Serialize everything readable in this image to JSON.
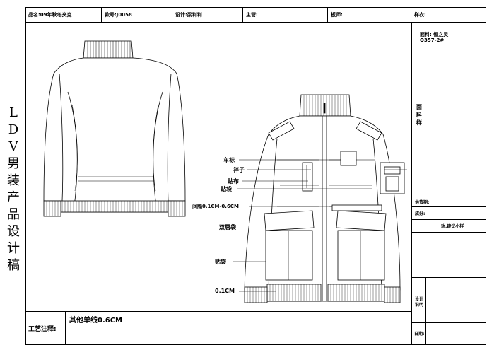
{
  "header": {
    "product_name": "品名:09年秋冬夹克",
    "style_no": "款号:J0058",
    "designer": "设计:梁利利",
    "supervisor": "主管:",
    "pattern_maker": "板师:",
    "sample_maker": "样衣:"
  },
  "side_title": [
    "L",
    "D",
    "V",
    "男",
    "装",
    "产",
    "品",
    "设",
    "计",
    "稿"
  ],
  "right_panel": {
    "fabric_label": "面料: 恒之灵",
    "fabric_code": "Q357-2#",
    "fabric_sample": [
      "面",
      "料",
      "样"
    ],
    "accessories": "供货期:",
    "composition": "成分:",
    "note": "轨,建议小样",
    "design_notes": [
      "设计",
      "说明"
    ],
    "date": "日期:"
  },
  "callouts": {
    "label": "车标",
    "tab": "袢子",
    "patch": "贴布",
    "patch_pocket_top": "贴袋",
    "spacing": "间隔0.1CM-0.6CM",
    "double_welt": "双唇袋",
    "patch_pocket_bottom": "贴袋",
    "hem_stitch": "0.1CM"
  },
  "footer": {
    "craft_label": "工艺注释:",
    "craft_note": "其他单线0.6CM"
  }
}
